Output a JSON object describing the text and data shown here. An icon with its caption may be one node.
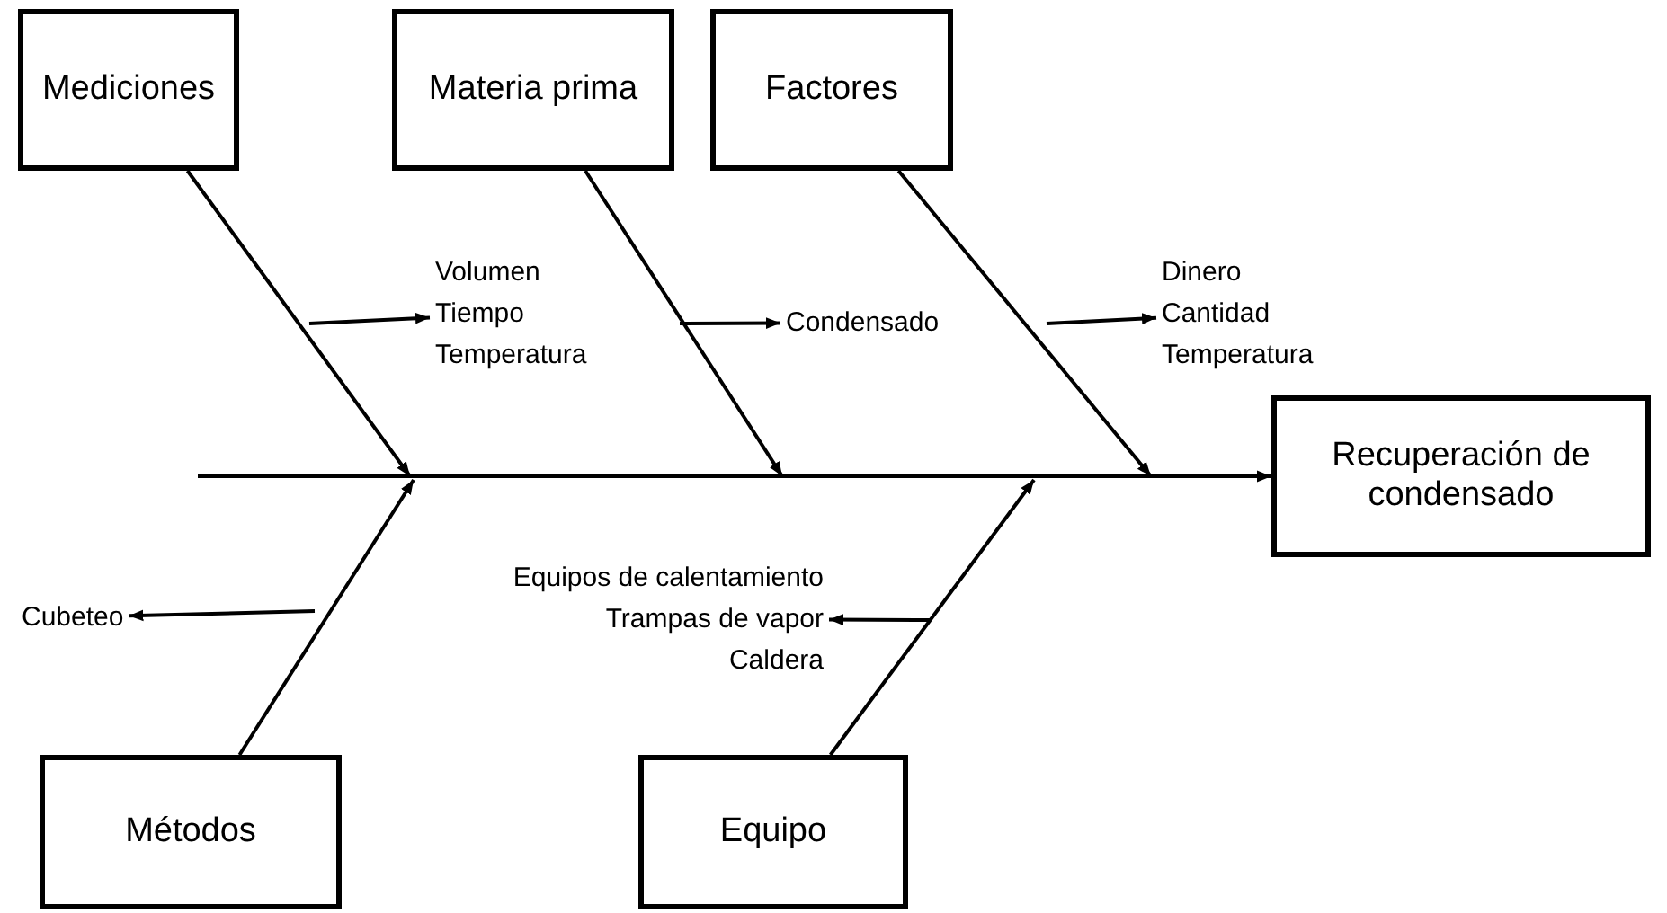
{
  "diagram": {
    "nodes": [
      {
        "text": [
          "Mediciones"
        ]
      },
      {
        "text": [
          "Materia prima"
        ]
      },
      {
        "text": [
          "Factores"
        ]
      },
      {
        "text": [
          "Volumen",
          "Tiempo",
          "Temperatura"
        ]
      },
      {
        "text": [
          "Condensado"
        ]
      },
      {
        "text": [
          "Dinero",
          "Cantidad",
          "Temperatura"
        ]
      },
      {
        "text": [
          "Recuperación de condensado"
        ]
      },
      {
        "text": [
          "Cubeteo"
        ]
      },
      {
        "text": [
          "Equipos de calentamiento",
          "Trampas de vapor",
          "Caldera"
        ]
      },
      {
        "text": [
          "Métodos"
        ]
      },
      {
        "text": [
          "Equipo"
        ]
      }
    ],
    "edges": [
      {
        "from": null,
        "to": 6,
        "arrow": "to"
      },
      {
        "from": 0,
        "to": null,
        "arrow": "to"
      },
      {
        "from": 1,
        "to": null,
        "arrow": "to"
      },
      {
        "from": 2,
        "to": null,
        "arrow": "to"
      },
      {
        "from": 9,
        "to": null,
        "arrow": "to"
      },
      {
        "from": 10,
        "to": null,
        "arrow": "to"
      },
      {
        "from": null,
        "to": 3,
        "arrow": "to"
      },
      {
        "from": null,
        "to": 4,
        "arrow": "to"
      },
      {
        "from": null,
        "to": 5,
        "arrow": "to"
      },
      {
        "from": null,
        "to": 7,
        "arrow": "to"
      },
      {
        "from": null,
        "to": 8,
        "arrow": "to"
      }
    ]
  }
}
